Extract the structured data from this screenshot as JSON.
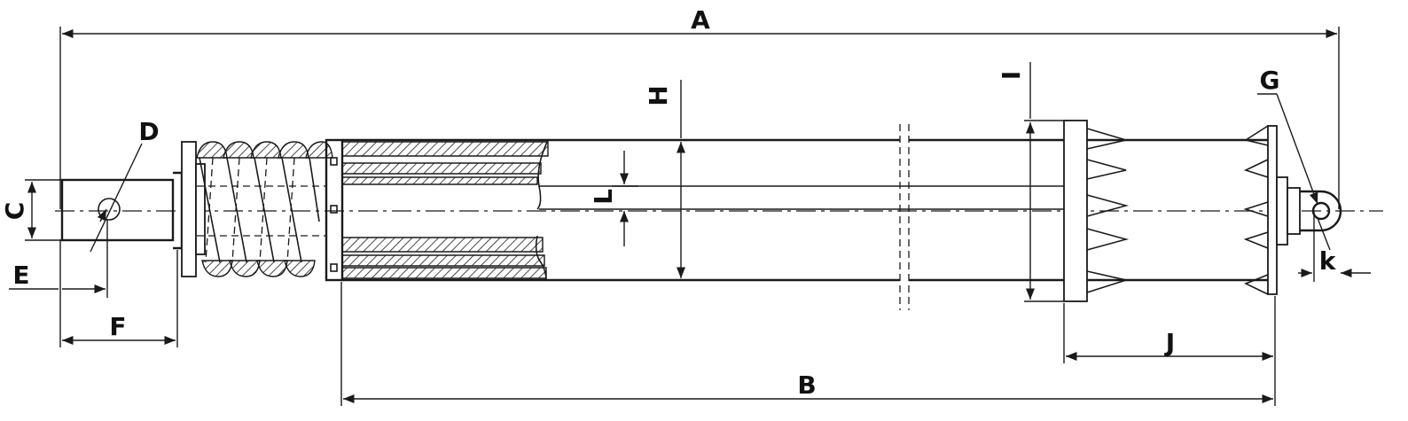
{
  "labels": {
    "A": "A",
    "B": "B",
    "C": "C",
    "D": "D",
    "E": "E",
    "F": "F",
    "G": "G",
    "H": "H",
    "I": "I",
    "J": "J",
    "K": "k",
    "L": "L"
  },
  "colors": {
    "line": "#1a1a1a",
    "background": "#ffffff"
  }
}
